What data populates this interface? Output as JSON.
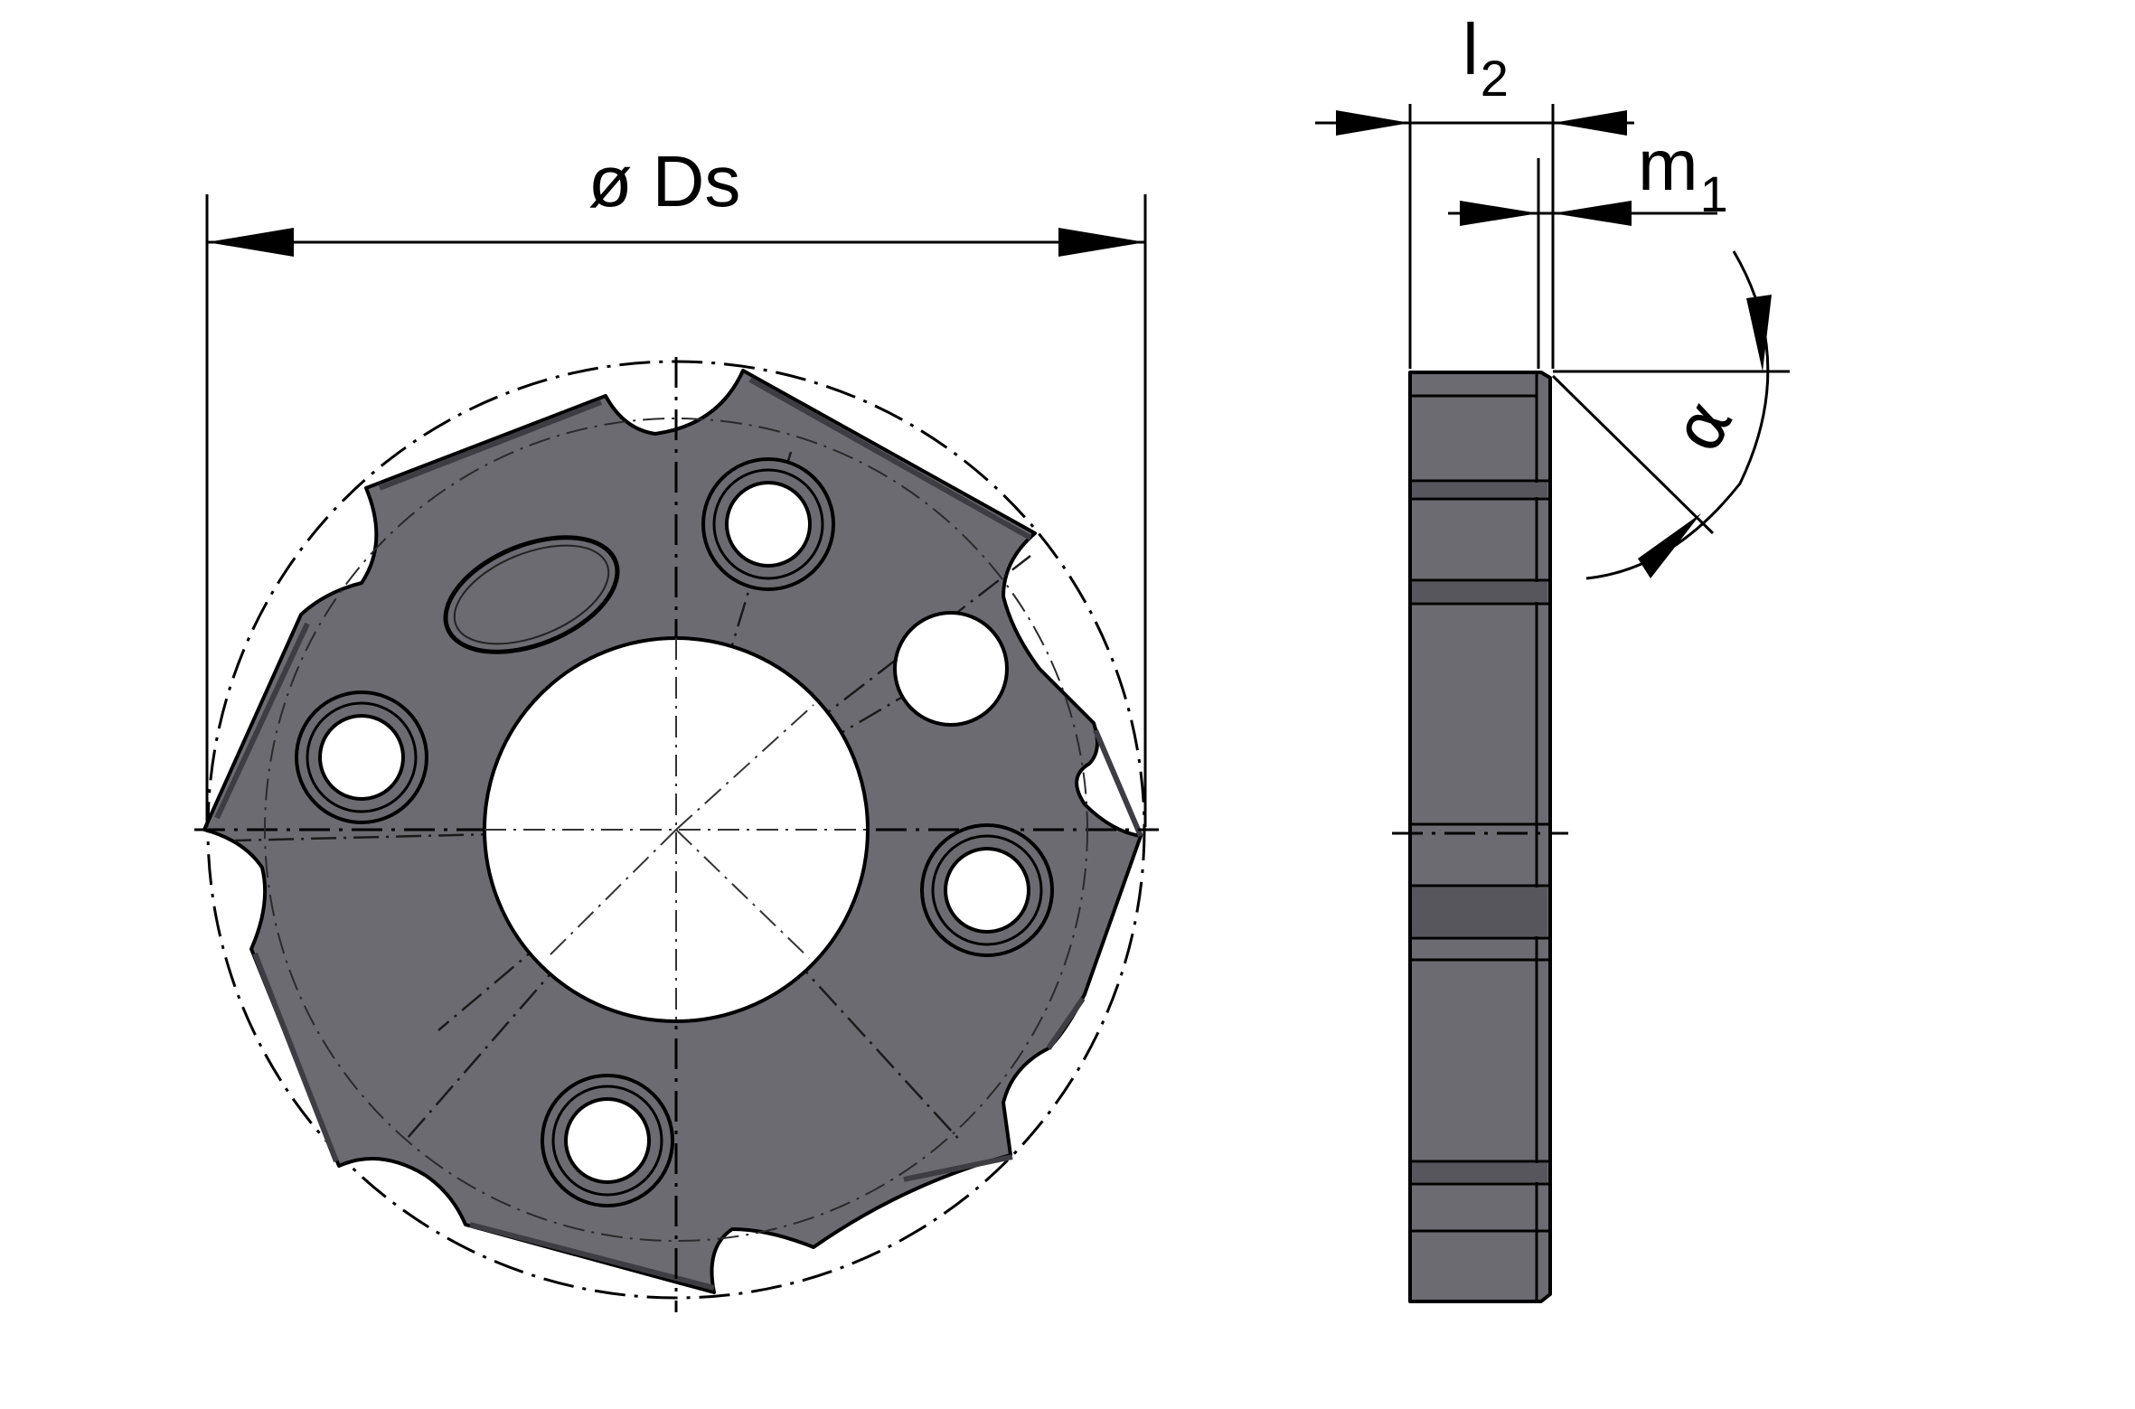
{
  "labels": {
    "diameter": "ø Ds",
    "l2_main": "l",
    "l2_sub": "2",
    "m1_main": "m",
    "m1_sub": "1",
    "angle": "α"
  },
  "colors": {
    "body": "#6d6b72",
    "body_dark": "#4e4c53",
    "line": "#000000",
    "background": "#ffffff"
  }
}
